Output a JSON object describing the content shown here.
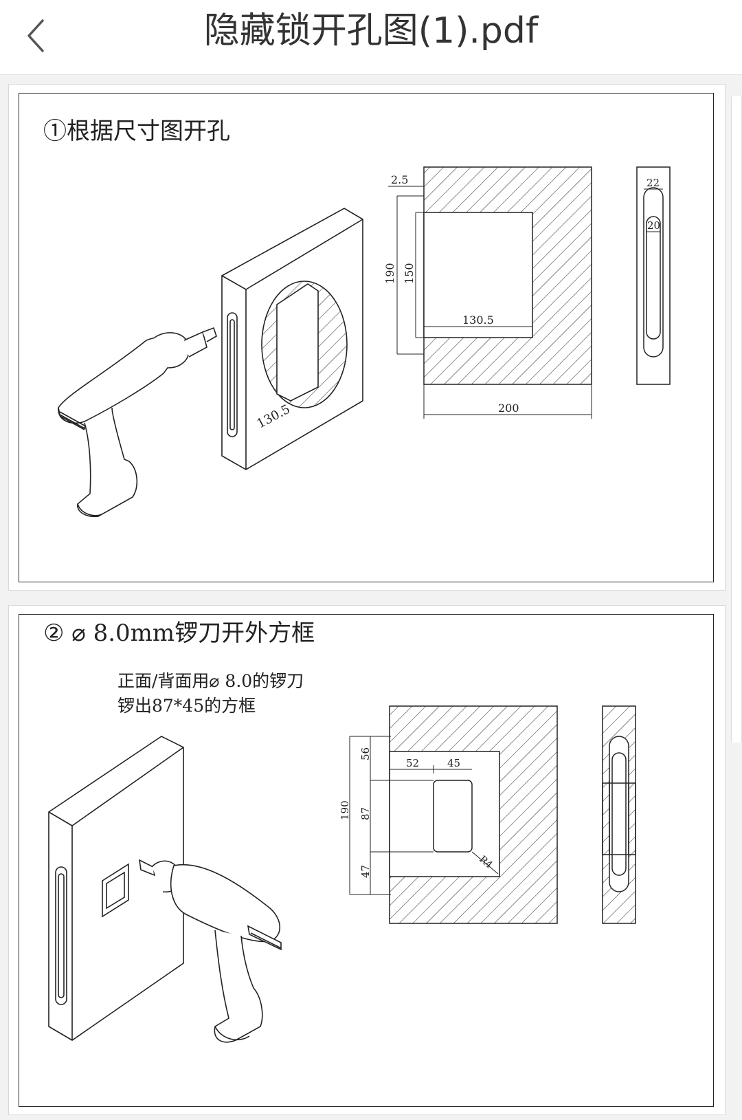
{
  "header": {
    "title": "隐藏锁开孔图(1).pdf",
    "back_icon": "chevron-left-icon"
  },
  "pages": [
    {
      "heading": "①根据尺寸图开孔",
      "dimensions": {
        "offset": "2.5",
        "height_total": "190",
        "height_inner": "150",
        "width_inner": "130.5",
        "width_total": "200",
        "slot_outer": "22",
        "slot_inner": "20",
        "iso_width": "130.5"
      }
    },
    {
      "heading": "② ⌀ 8.0mm锣刀开外方框",
      "note_line1": "正面/背面用⌀ 8.0的锣刀",
      "note_line2": "锣出87*45的方框",
      "dimensions": {
        "top": "56",
        "middle": "87",
        "bottom": "47",
        "total": "190",
        "left_width": "52",
        "box_width": "45",
        "radius": "R4"
      }
    }
  ],
  "colors": {
    "line": "#222222",
    "background": "#ffffff",
    "app_background": "#f2f2f2"
  }
}
